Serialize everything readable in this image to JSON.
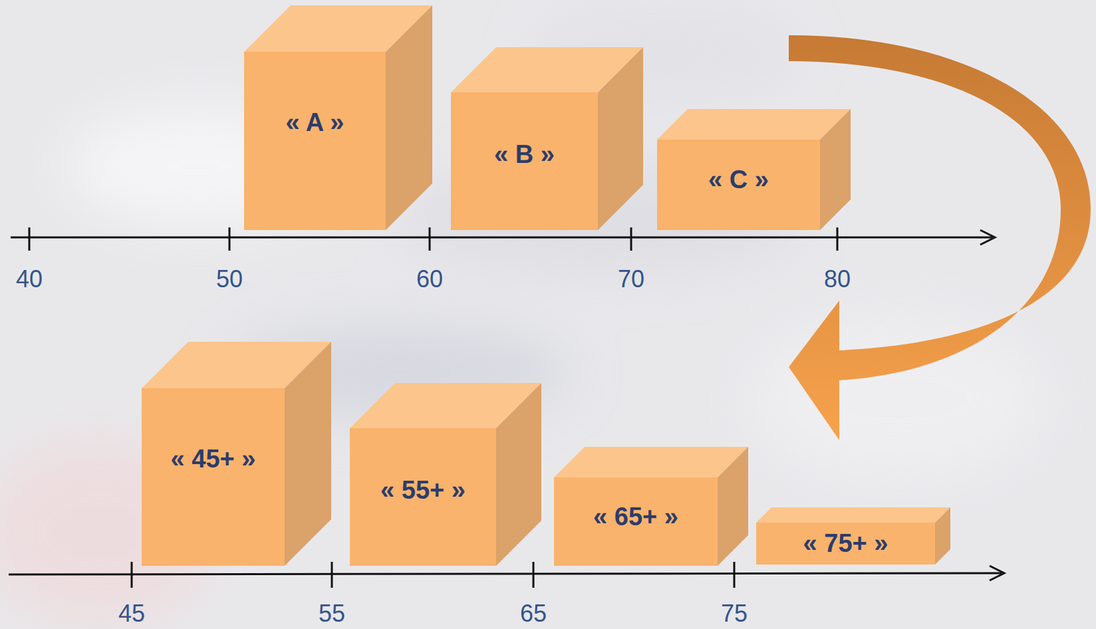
{
  "diagram": {
    "nodes": [
      {
        "text": [
          "« A »"
        ]
      },
      {
        "text": [
          "« B »"
        ]
      },
      {
        "text": [
          "« C »"
        ]
      },
      {
        "text": [
          "« 45+ »"
        ]
      },
      {
        "text": [
          "« 55+ »"
        ]
      },
      {
        "text": [
          "« 65+ »"
        ]
      },
      {
        "text": [
          "« 75+ »"
        ]
      }
    ],
    "labels": [
      "40",
      "50",
      "60",
      "70",
      "80",
      "45",
      "55",
      "65",
      "75"
    ]
  }
}
